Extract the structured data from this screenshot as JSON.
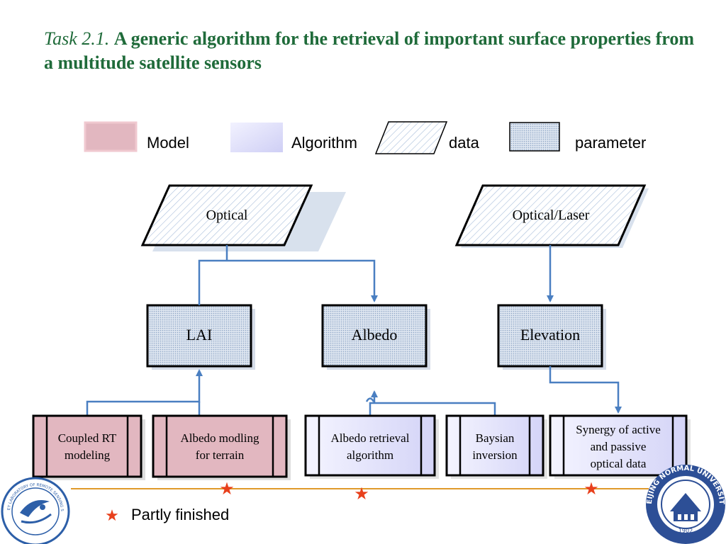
{
  "title": {
    "task": "Task 2.1.",
    "main": "A generic algorithm for the retrieval of important surface properties from a multitude satellite sensors"
  },
  "legend": {
    "model": "Model",
    "algorithm": "Algorithm",
    "data": "data",
    "parameter": "parameter"
  },
  "nodes": {
    "optical": "Optical",
    "optical_laser": "Optical/Laser",
    "lai": "LAI",
    "albedo": "Albedo",
    "elevation": "Elevation",
    "coupled_rt": [
      "Coupled RT",
      "modeling"
    ],
    "albedo_modling": [
      "Albedo modling",
      "for terrain"
    ],
    "albedo_retrieval": [
      "Albedo retrieval",
      "algorithm"
    ],
    "baysian": [
      "Baysian",
      "inversion"
    ],
    "synergy": [
      "Synergy of active",
      "and passive",
      "optical data"
    ]
  },
  "footer": {
    "star": "★",
    "partly_finished": "Partly finished"
  },
  "colors": {
    "title": "#1f6b3a",
    "model_fill": "#e2b7c0",
    "algorithm_fill": "#e6e6fb",
    "parameter_fill": "#cdd8e8",
    "arrow": "#4a7fc1",
    "timeline": "#e09a2a",
    "star": "#e8401c"
  },
  "logos": {
    "left_lab": "STATE KEY LABORATORY OF REMOTE SENSING SCIENCE",
    "right_univ": "BEIJING NORMAL UNIVERSITY",
    "right_year": "1902"
  }
}
